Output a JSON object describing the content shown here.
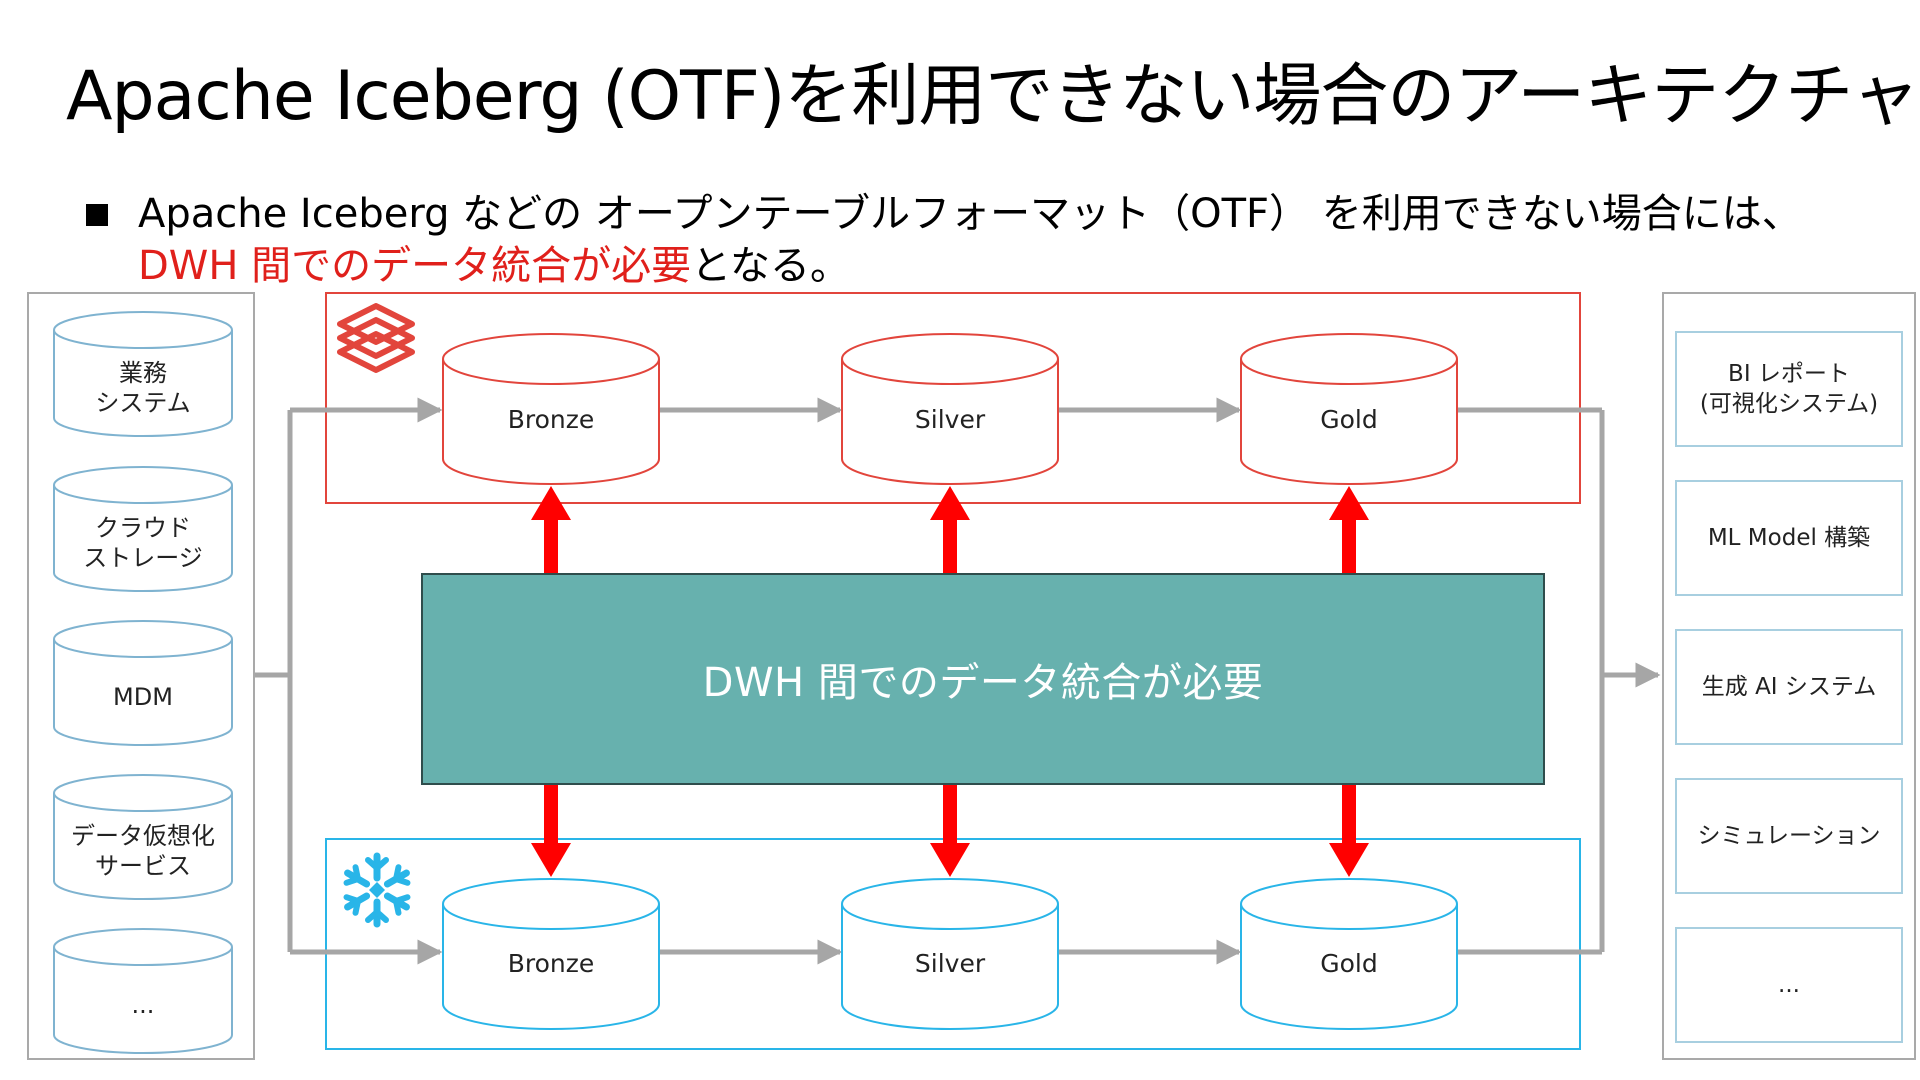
{
  "title": "Apache Iceberg (OTF)を利用できない場合のアーキテクチャ",
  "bullet": {
    "line1": "Apache Iceberg などの オープンテーブルフォーマット（OTF） を利用できない場合には、",
    "emphasis": "DWH 間でのデータ統合が必要",
    "suffix": "となる。"
  },
  "sources": [
    "業務\nシステム",
    "クラウド\nストレージ",
    "MDM",
    "データ仮想化\nサービス",
    "..."
  ],
  "top_platform": {
    "icon": "databricks-logo",
    "color": "#e2453c",
    "layers": [
      "Bronze",
      "Silver",
      "Gold"
    ]
  },
  "bottom_platform": {
    "icon": "snowflake-logo",
    "color": "#29b5e8",
    "layers": [
      "Bronze",
      "Silver",
      "Gold"
    ]
  },
  "center_banner": "DWH 間でのデータ統合が必要",
  "consumers": [
    "BI レポート\n(可視化システム)",
    "ML Model 構築",
    "生成 AI システム",
    "シミュレーション",
    "..."
  ],
  "colors": {
    "accent_red": "#e0201b",
    "banner_fill": "#67b1ae",
    "flow_arrow": "#a6a6a6",
    "sync_arrow": "#ff0000"
  }
}
